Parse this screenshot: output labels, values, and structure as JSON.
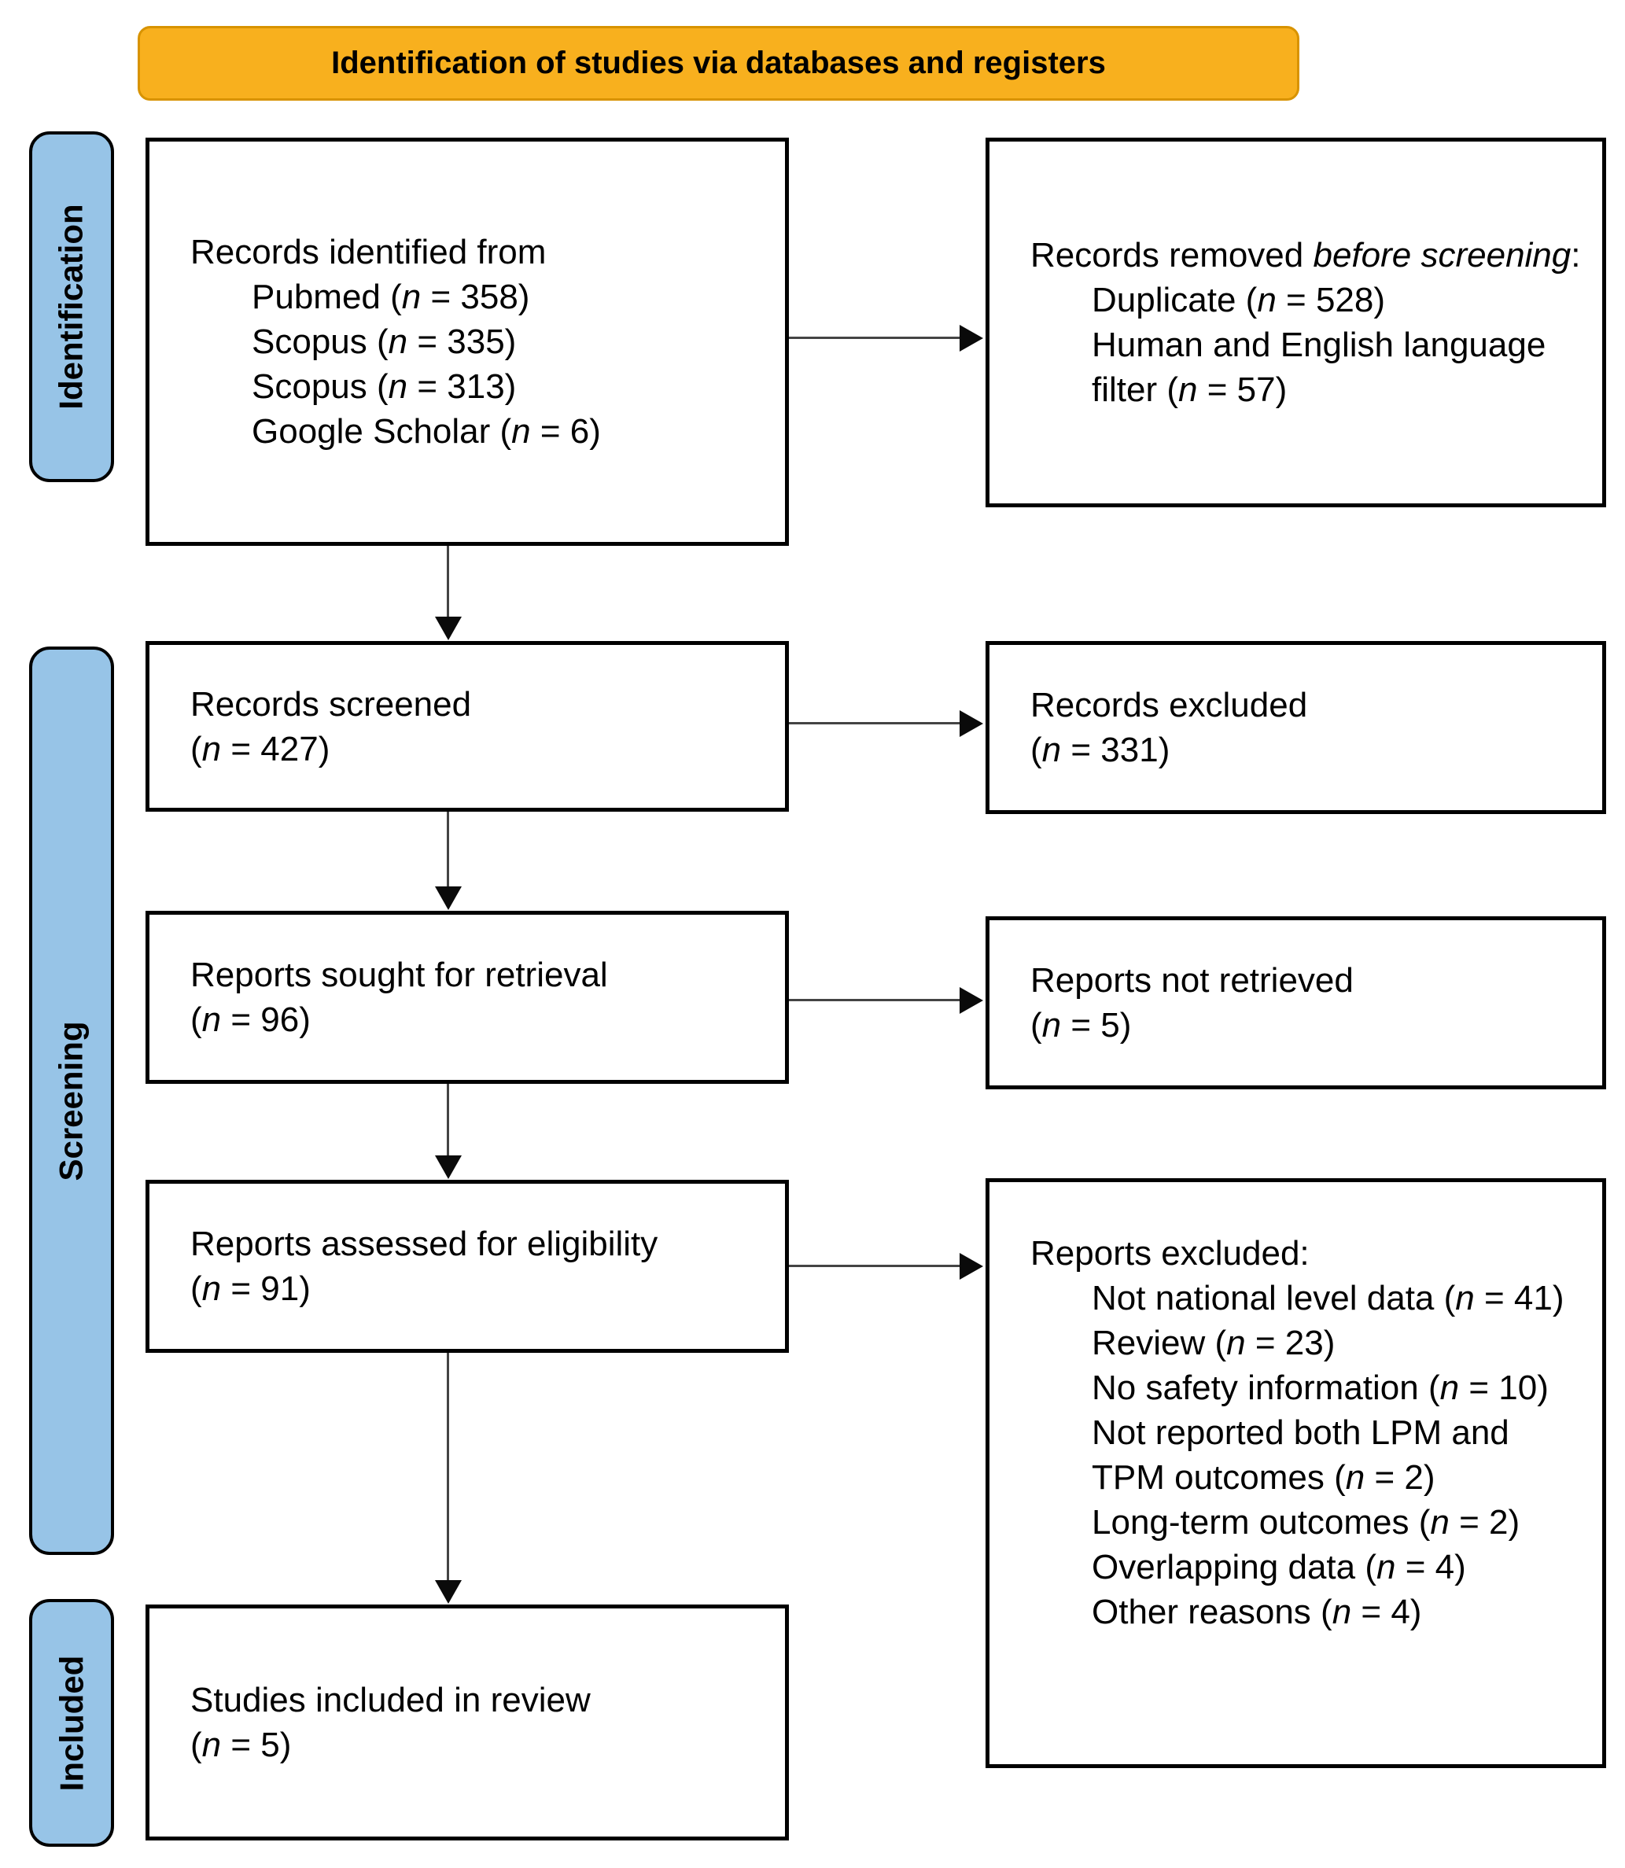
{
  "banner": {
    "title": "Identification of studies via databases and registers"
  },
  "stages": {
    "identification": "Identification",
    "screening": "Screening",
    "included": "Included"
  },
  "colors": {
    "banner_bg": "#F8B01E",
    "banner_border": "#D89300",
    "stage_bg": "#97C4E7",
    "box_border": "#000000",
    "arrow": "#444444"
  },
  "boxes": {
    "records_identified": {
      "heading": "Records identified from",
      "items": [
        "Pubmed (*n* = 358)",
        "Scopus (*n* = 335)",
        "Scopus (*n* = 313)",
        "Google Scholar (*n* = 6)"
      ]
    },
    "records_removed": {
      "heading": "Records removed *before screening*:",
      "items": [
        "Duplicate (*n* = 528)",
        "Human and English language filter (*n* = 57)"
      ]
    },
    "records_screened": {
      "lines": [
        "Records screened",
        "(*n* = 427)"
      ]
    },
    "records_excluded": {
      "lines": [
        "Records excluded",
        "(*n* = 331)"
      ]
    },
    "reports_sought": {
      "lines": [
        "Reports sought for retrieval",
        "(*n* = 96)"
      ]
    },
    "reports_not_retrieved": {
      "lines": [
        "Reports not retrieved",
        "(*n* = 5)"
      ]
    },
    "reports_assessed": {
      "lines": [
        "Reports assessed for eligibility",
        "(*n* = 91)"
      ]
    },
    "reports_excluded_reasons": {
      "heading": "Reports excluded:",
      "items": [
        "Not national level data (*n* = 41)",
        "Review (*n* = 23)",
        "No safety information (*n* = 10)",
        "Not reported both LPM and TPM outcomes (*n* = 2)",
        "Long-term outcomes (*n* = 2)",
        "Overlapping data (*n* = 4)",
        "Other reasons (*n* = 4)"
      ]
    },
    "studies_included": {
      "lines": [
        "Studies included in review",
        "(*n* = 5)"
      ]
    }
  }
}
